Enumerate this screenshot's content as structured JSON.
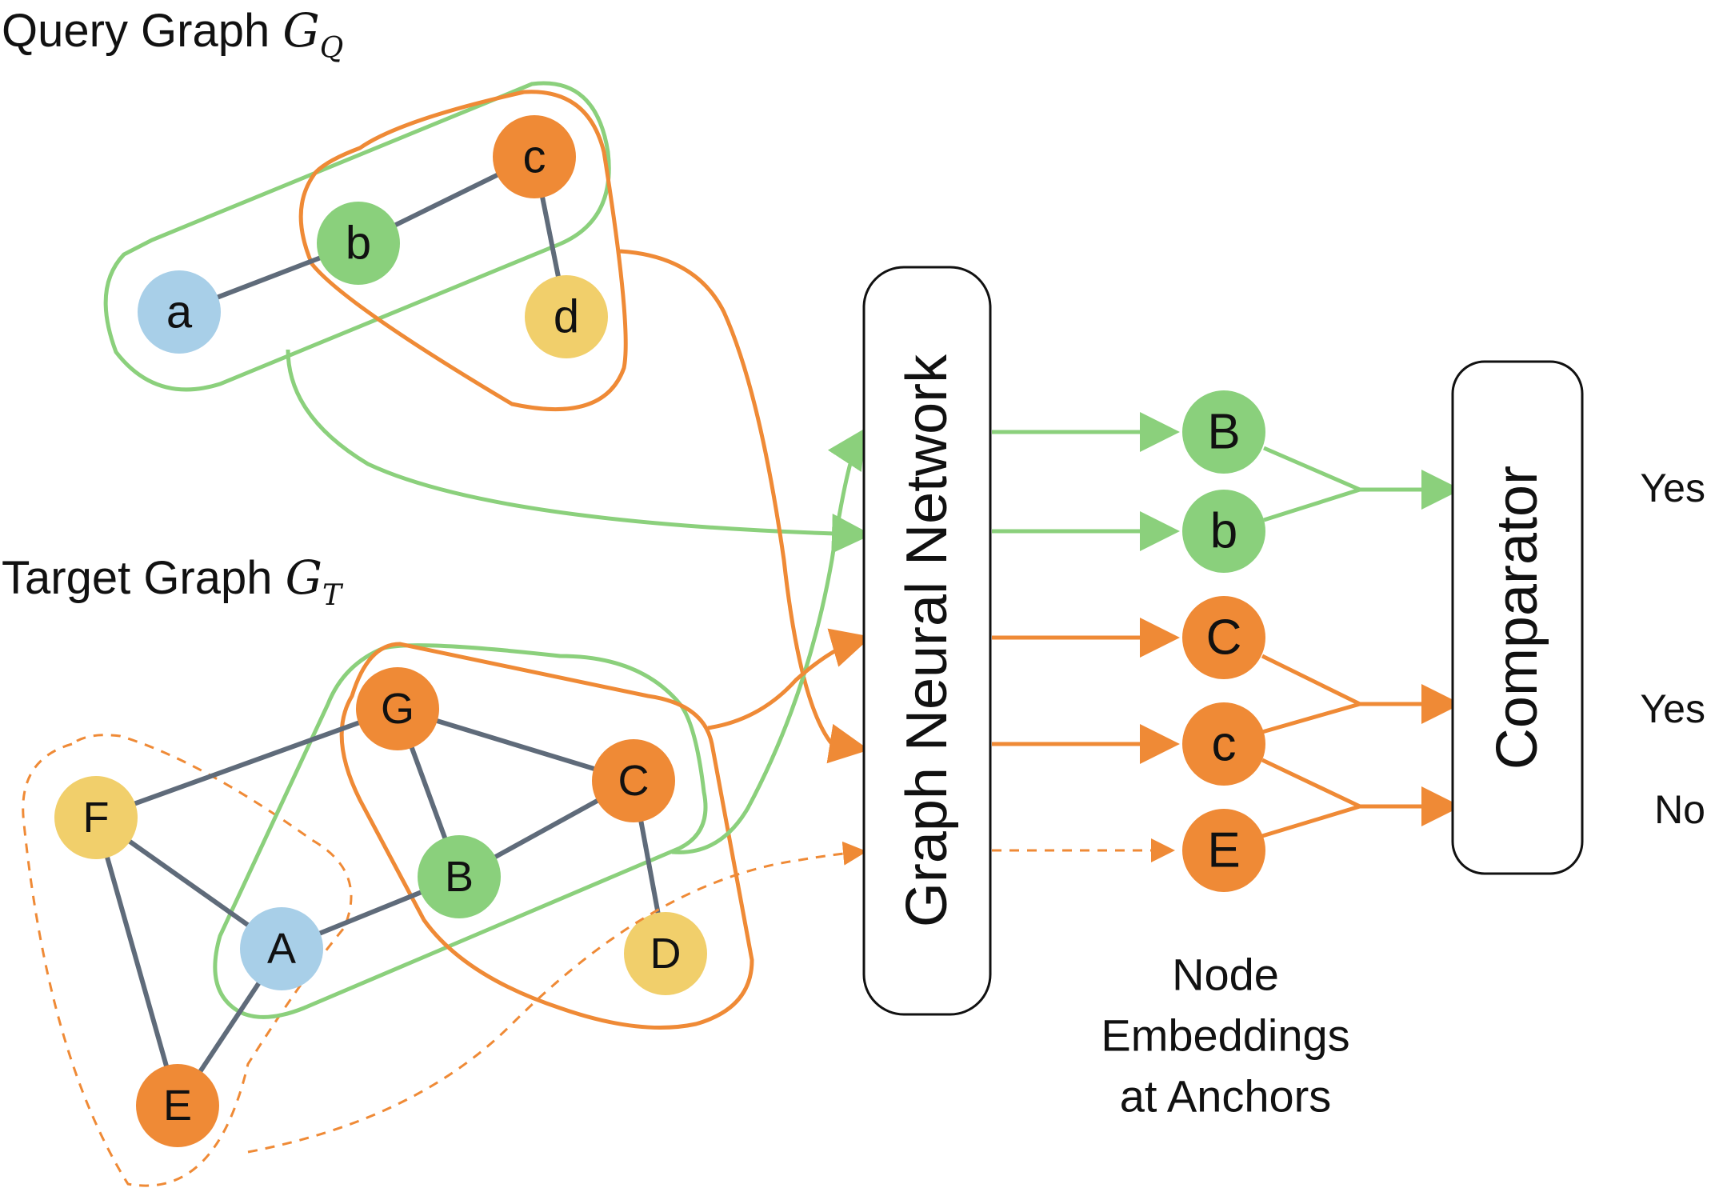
{
  "titles": {
    "query_prefix": "Query Graph ",
    "query_symbol": "G",
    "query_sub": "Q",
    "target_prefix": "Target Graph ",
    "target_symbol": "G",
    "target_sub": "T"
  },
  "boxes": {
    "gnn": "Graph Neural Network",
    "comparator": "Comparator"
  },
  "query_nodes": {
    "a": "a",
    "b": "b",
    "c": "c",
    "d": "d"
  },
  "target_nodes": {
    "A": "A",
    "B": "B",
    "C": "C",
    "D": "D",
    "E": "E",
    "F": "F",
    "G": "G"
  },
  "embeddings": {
    "B": "B",
    "b": "b",
    "C": "C",
    "c": "c",
    "E": "E"
  },
  "outputs": {
    "first": "Yes",
    "second": "Yes",
    "third": "No"
  },
  "caption": {
    "line1": "Node",
    "line2": "Embeddings",
    "line3": "at Anchors"
  },
  "colors": {
    "blue_node": "#a8cfe8",
    "green_node": "#8ad07c",
    "orange_node": "#ef8a36",
    "yellow_node": "#f1cf6b",
    "edge": "#5f6b7a",
    "green_line": "#8bd07c",
    "orange_line": "#ef8a36"
  }
}
